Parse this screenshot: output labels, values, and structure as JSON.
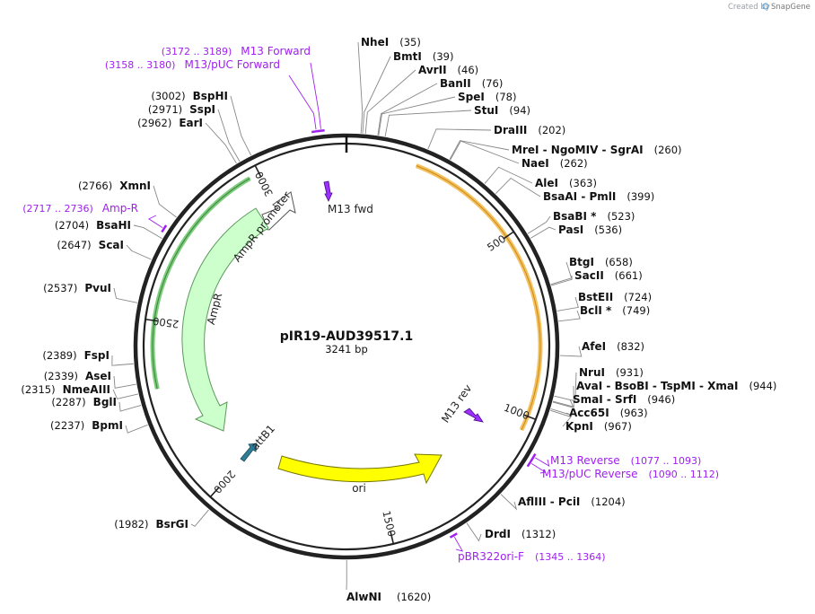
{
  "plasmid": {
    "name": "pIR19-AUD39517.1",
    "size_label": "3241 bp",
    "length": 3241
  },
  "credit": {
    "created_by": "Created by",
    "brand": "SnapGene"
  },
  "ticks": [
    {
      "label": "500",
      "pos": 500
    },
    {
      "label": "1000",
      "pos": 1000
    },
    {
      "label": "1500",
      "pos": 1500
    },
    {
      "label": "2000",
      "pos": 2000
    },
    {
      "label": "2500",
      "pos": 2500
    },
    {
      "label": "3000",
      "pos": 3000
    }
  ],
  "features": [
    {
      "name": "AmpR",
      "start": 2310,
      "end": 2972,
      "dir": "rev",
      "color": "#ccffcc",
      "stroke": "#5a9a5a",
      "label": "AmpR"
    },
    {
      "name": "AmpR promoter",
      "start": 2972,
      "end": 3072,
      "dir": "rev",
      "color": "#ffffff",
      "stroke": "#555555",
      "label": "AmpR promoter"
    },
    {
      "name": "ori",
      "label": "ori",
      "color": "#ffff00",
      "stroke": "#888800"
    },
    {
      "name": "attB1",
      "label": "attB1",
      "color": "#2e7d96"
    },
    {
      "name": "M13 fwd",
      "label": "M13 fwd",
      "color": "#9b30ff"
    },
    {
      "name": "M13 rev",
      "label": "M13 rev",
      "color": "#9b30ff"
    }
  ],
  "outer_bands": [
    {
      "start": 2317,
      "end": 2972,
      "color": "#7ccd7c",
      "dark": "#3f7f3f"
    },
    {
      "start": 190,
      "end": 1040,
      "color": "#f5c260",
      "dark": "#c98a1a"
    }
  ],
  "sites": [
    {
      "name": "NheI",
      "pos": "(35)",
      "bp": 35
    },
    {
      "name": "BmtI",
      "pos": "(39)",
      "bp": 39
    },
    {
      "name": "AvrII",
      "pos": "(46)",
      "bp": 46
    },
    {
      "name": "BanII",
      "pos": "(76)",
      "bp": 76
    },
    {
      "name": "SpeI",
      "pos": "(78)",
      "bp": 78
    },
    {
      "name": "StuI",
      "pos": "(94)",
      "bp": 94
    },
    {
      "name": "DraIII",
      "pos": "(202)",
      "bp": 202
    },
    {
      "name": "MreI  - NgoMIV  - SgrAI",
      "pos": "(260)",
      "bp": 260
    },
    {
      "name": "NaeI",
      "pos": "(262)",
      "bp": 262
    },
    {
      "name": "AleI",
      "pos": "(363)",
      "bp": 363
    },
    {
      "name": "BsaAI  - PmlI",
      "pos": "(399)",
      "bp": 399
    },
    {
      "name": "BsaBI *",
      "pos": "(523)",
      "bp": 523
    },
    {
      "name": "PasI",
      "pos": "(536)",
      "bp": 536
    },
    {
      "name": "BtgI",
      "pos": "(658)",
      "bp": 658
    },
    {
      "name": "SacII",
      "pos": "(661)",
      "bp": 661
    },
    {
      "name": "BstEII",
      "pos": "(724)",
      "bp": 724
    },
    {
      "name": "BclI *",
      "pos": "(749)",
      "bp": 749
    },
    {
      "name": "AfeI",
      "pos": "(832)",
      "bp": 832
    },
    {
      "name": "NruI",
      "pos": "(931)",
      "bp": 931
    },
    {
      "name": "AvaI  - BsoBI  - TspMI  - XmaI",
      "pos": "(944)",
      "bp": 944
    },
    {
      "name": "SmaI  - SrfI",
      "pos": "(946)",
      "bp": 946
    },
    {
      "name": "Acc65I",
      "pos": "(963)",
      "bp": 963
    },
    {
      "name": "KpnI",
      "pos": "(967)",
      "bp": 967
    },
    {
      "name": "AflIII  - PciI",
      "pos": "(1204)",
      "bp": 1204
    },
    {
      "name": "DrdI",
      "pos": "(1312)",
      "bp": 1312
    },
    {
      "name": "AlwNI",
      "pos": "(1620)",
      "bp": 1620
    },
    {
      "name": "BsrGI",
      "pos": "(1982)",
      "bp": 1982
    },
    {
      "name": "BpmI",
      "pos": "(2237)",
      "bp": 2237
    },
    {
      "name": "BglI",
      "pos": "(2287)",
      "bp": 2287
    },
    {
      "name": "NmeAIII",
      "pos": "(2315)",
      "bp": 2315
    },
    {
      "name": "AseI",
      "pos": "(2339)",
      "bp": 2339
    },
    {
      "name": "FspI",
      "pos": "(2389)",
      "bp": 2389
    },
    {
      "name": "PvuI",
      "pos": "(2537)",
      "bp": 2537
    },
    {
      "name": "ScaI",
      "pos": "(2647)",
      "bp": 2647
    },
    {
      "name": "BsaHI",
      "pos": "(2704)",
      "bp": 2704
    },
    {
      "name": "XmnI",
      "pos": "(2766)",
      "bp": 2766
    },
    {
      "name": "EarI",
      "pos": "(2962)",
      "bp": 2962
    },
    {
      "name": "SspI",
      "pos": "(2971)",
      "bp": 2971
    },
    {
      "name": "BspHI",
      "pos": "(3002)",
      "bp": 3002
    }
  ],
  "primers": [
    {
      "name": "M13 Forward",
      "range": "(3172 .. 3189)",
      "start": 3172,
      "end": 3189
    },
    {
      "name": "M13/pUC Forward",
      "range": "(3158 .. 3180)",
      "start": 3158,
      "end": 3180
    },
    {
      "name": "Amp-R",
      "range": "(2717 .. 2736)",
      "start": 2717,
      "end": 2736
    },
    {
      "name": "M13 Reverse",
      "range": "(1077 .. 1093)",
      "start": 1077,
      "end": 1093
    },
    {
      "name": "M13/pUC Reverse",
      "range": "(1090 .. 1112)",
      "start": 1090,
      "end": 1112
    },
    {
      "name": "pBR322ori-F",
      "range": "(1345 .. 1364)",
      "start": 1345,
      "end": 1364
    }
  ],
  "colors": {
    "backbone": "#222222",
    "primer": "#a020f0",
    "line": "#888888"
  }
}
